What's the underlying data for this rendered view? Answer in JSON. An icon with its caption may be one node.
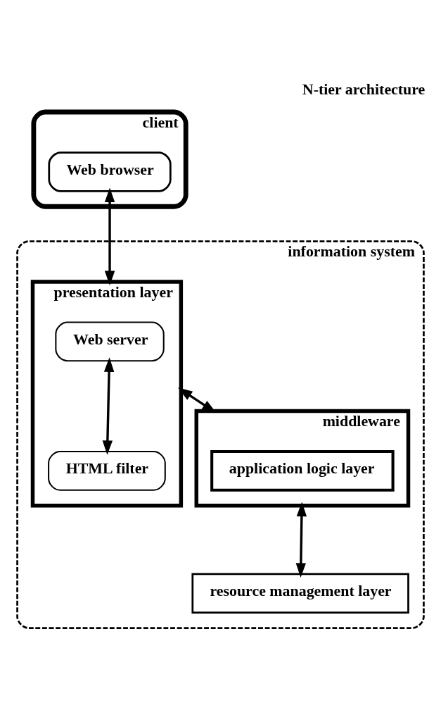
{
  "diagram": {
    "title": "N-tier architecture",
    "nodes": [
      {
        "text": [
          "client"
        ]
      },
      {
        "text": [
          "Web browser"
        ],
        "in": 0
      },
      {
        "text": [
          "information system"
        ]
      },
      {
        "text": [
          "presentation layer"
        ],
        "in": 2
      },
      {
        "text": [
          "Web server"
        ],
        "in": 3
      },
      {
        "text": [
          "HTML filter"
        ],
        "in": 3
      },
      {
        "text": [
          "middleware"
        ],
        "in": 2
      },
      {
        "text": [
          "application logic layer"
        ],
        "in": 6
      },
      {
        "text": [
          "resource management layer"
        ],
        "in": 2
      }
    ],
    "edges": [
      {
        "from": 1,
        "to": 3,
        "arrow": "both"
      },
      {
        "from": 4,
        "to": 5,
        "arrow": "both"
      },
      {
        "from": 3,
        "to": 6,
        "arrow": "both"
      },
      {
        "from": 6,
        "to": 8,
        "arrow": "both"
      }
    ]
  }
}
